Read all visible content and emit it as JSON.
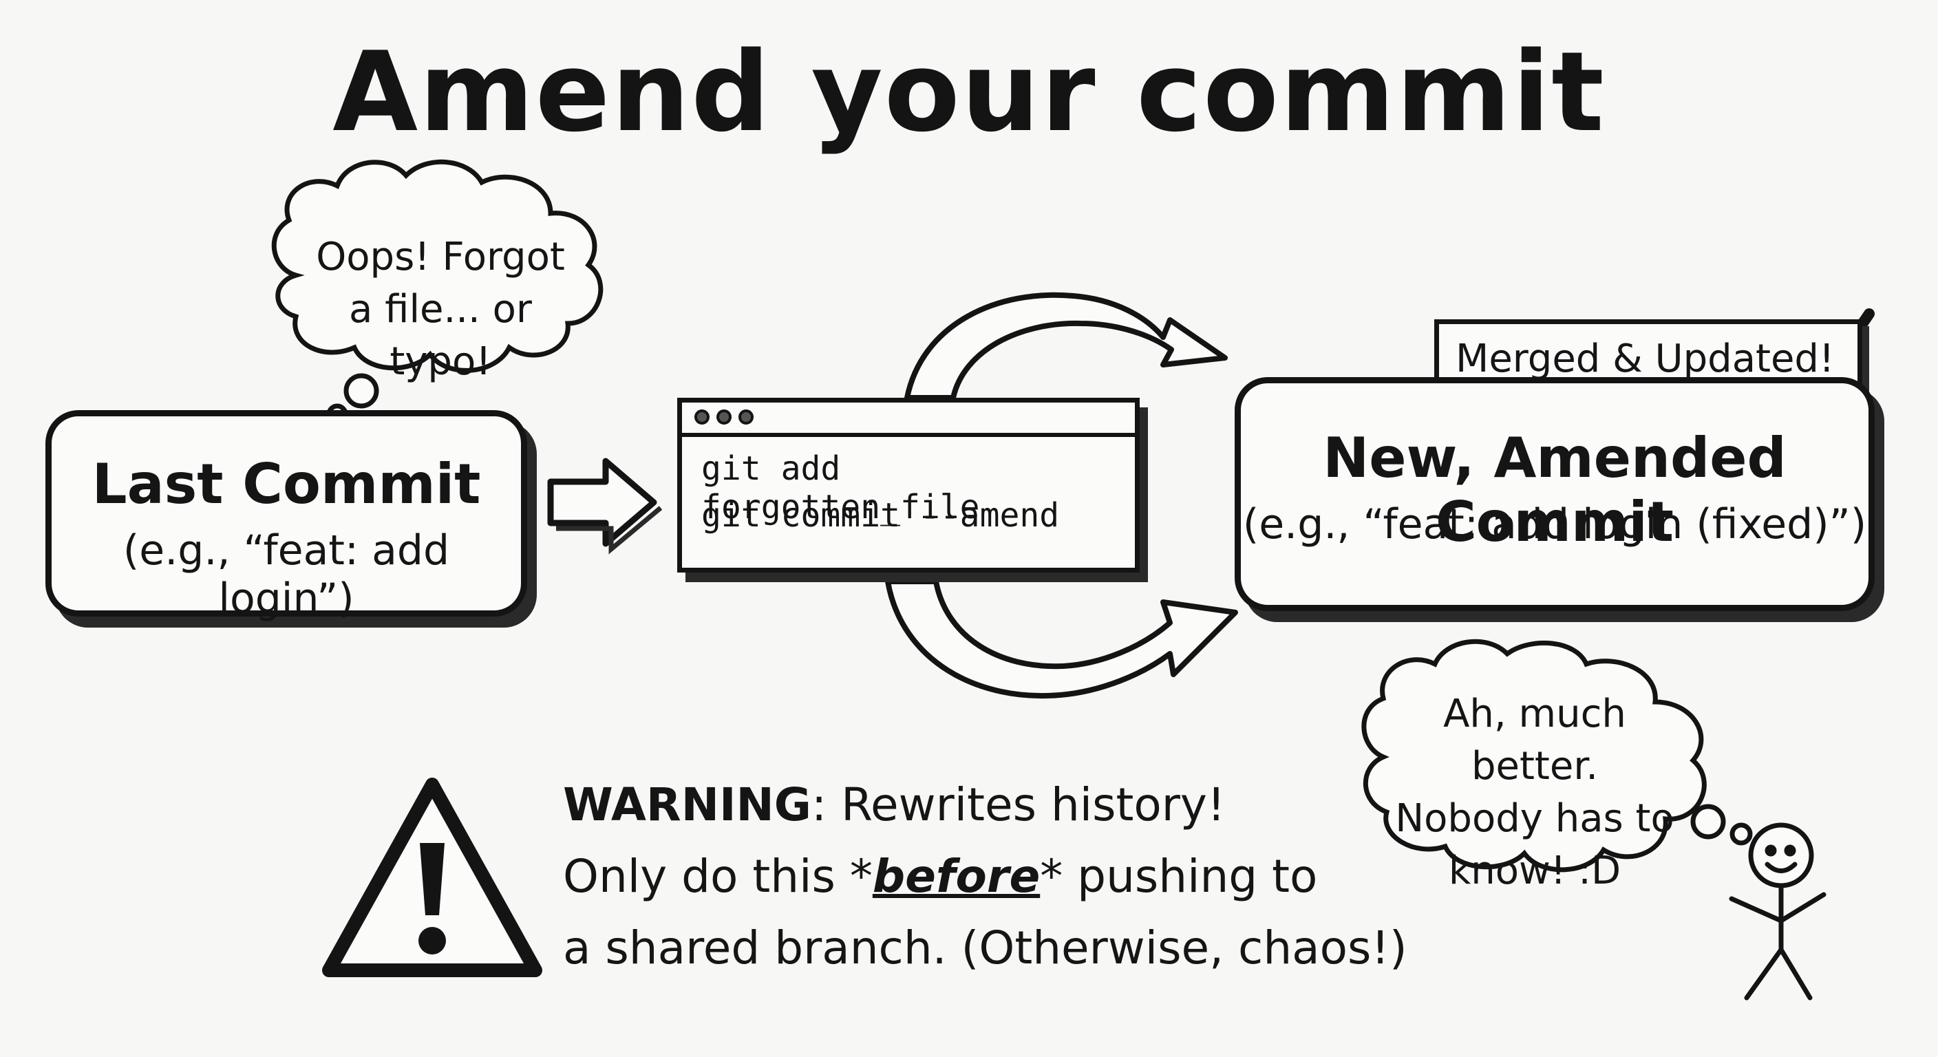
{
  "title": "Amend your commit",
  "thought_bubble_top": {
    "line1": "Oops! Forgot",
    "line2": "a file... or typo!"
  },
  "last_commit": {
    "title": "Last Commit",
    "example": "(e.g., “feat: add login”)"
  },
  "terminal": {
    "line1": "git add forgotten_file",
    "line2": "git commit --amend"
  },
  "merged_badge": {
    "label": "Merged & Updated!"
  },
  "new_commit": {
    "title": "New, Amended Commit",
    "example": "(e.g., “feat: add login (fixed)”)"
  },
  "thought_bubble_bottom": {
    "line1": "Ah, much better.",
    "line2": "Nobody has to",
    "line3": "know! :D"
  },
  "warning": {
    "label": "WARNING",
    "line1_rest": ": Rewrites history!",
    "line2_pre": "Only do this *",
    "line2_emph": "before",
    "line2_post": "* pushing to",
    "line3": "a shared branch. (Otherwise, chaos!)"
  },
  "icons": [
    "thought-cloud-icon",
    "arrow-right-icon",
    "circular-arrows-icon",
    "checkmark-icon",
    "warning-triangle-icon",
    "stick-figure-icon"
  ]
}
